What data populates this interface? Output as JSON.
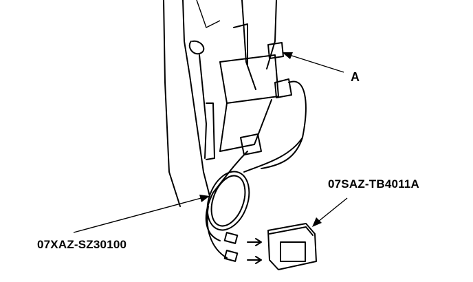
{
  "labels": {
    "callout_a": "A",
    "tester_part_number": "07SAZ-TB4011A",
    "harness_part_number": "07XAZ-SZ30100"
  }
}
